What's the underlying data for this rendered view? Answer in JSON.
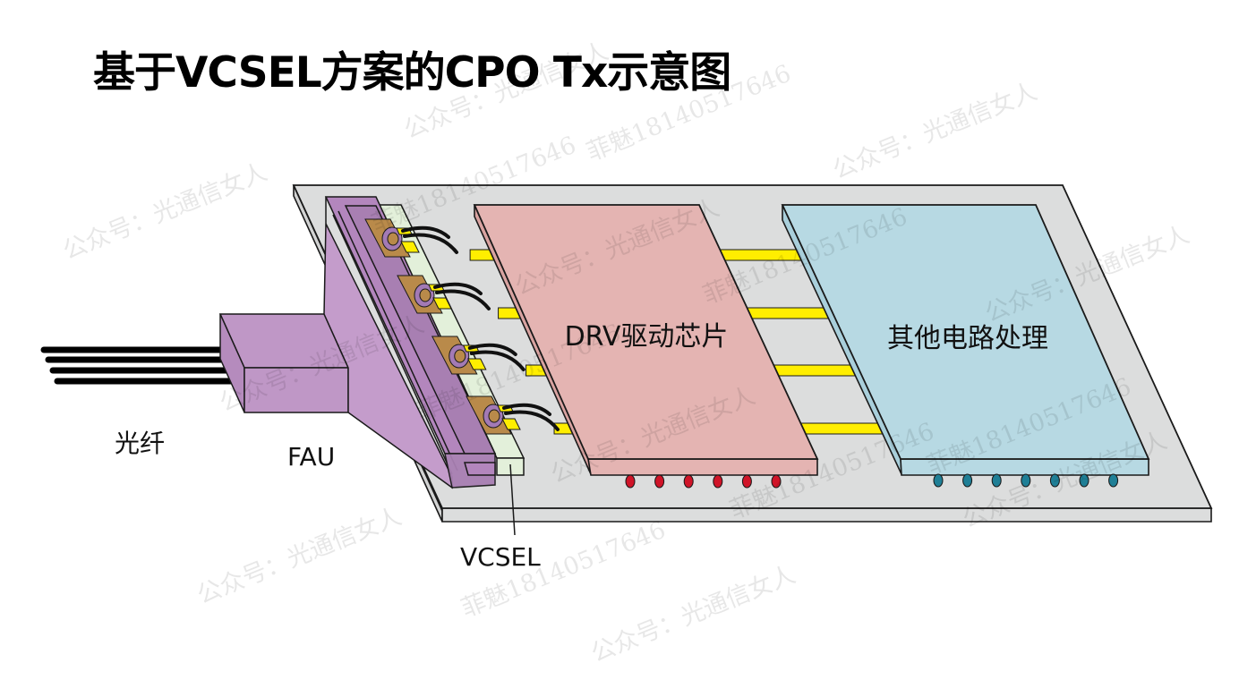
{
  "title": "基于VCSEL方案的CPO Tx示意图",
  "labels": {
    "fiber": "光纤",
    "fau": "FAU",
    "vcsel": "VCSEL",
    "driver_chip": "DRV驱动芯片",
    "other_circuit": "其他电路处理"
  },
  "components": {
    "fiber_count": 4,
    "vcsel_count": 4,
    "trace_rows": 4,
    "driver_pins": 6,
    "other_circuit_pins": 7
  },
  "colors": {
    "substrate": "#dcdddd",
    "fau": "#bf97c6",
    "fau_dark": "#a87fb2",
    "vcsel_strip": "#e3f0da",
    "vcsel_pad": "#b98a4a",
    "vcsel_ring": "#a37ab5",
    "trace": "#ffee00",
    "driver_chip": "#e4b4b2",
    "other_chip": "#b7d9e3",
    "driver_pin": "#d01428",
    "other_pin": "#1f7f96",
    "fiber": "#000000"
  },
  "watermarks": [
    {
      "text": "公众号：光通信女人"
    },
    {
      "text": "菲魅18140517646"
    }
  ]
}
